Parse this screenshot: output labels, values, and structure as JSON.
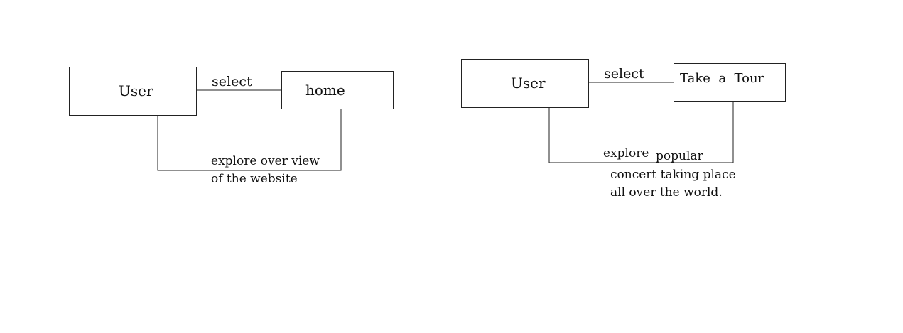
{
  "diagrams": [
    {
      "actor": "User",
      "action": "select",
      "target": "home",
      "description_line1": "explore over view",
      "description_line2": "of the website"
    },
    {
      "actor": "User",
      "action": "select",
      "target": "Take  a  Tour",
      "description_word1": "explore",
      "description_word2": "popular",
      "description_line2": "concert taking place",
      "description_line3": "all over the world."
    }
  ]
}
